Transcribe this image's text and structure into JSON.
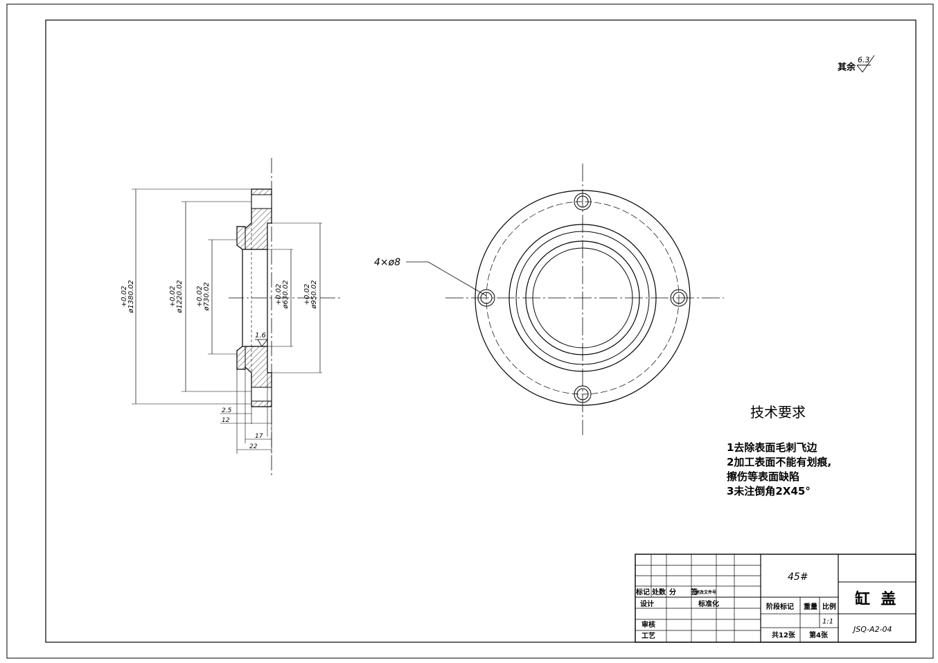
{
  "roughness": {
    "label": "其余",
    "value": "6.3"
  },
  "side_view": {
    "dims": {
      "d1380": {
        "tol": "+0.02",
        "val": "ø1380.02"
      },
      "d1220": {
        "tol": "+0.02",
        "val": "ø1220.02"
      },
      "d730": {
        "tol": "+0.02",
        "val": "ø730.02"
      },
      "d630": {
        "tol": "+0.02",
        "val": "ø630.02"
      },
      "d950": {
        "tol": "+0.02",
        "val": "ø950.02"
      }
    },
    "roughness_bore": "1.6",
    "axial": {
      "a25": "2.5",
      "a12": "12",
      "a17": "17",
      "a22": "22"
    }
  },
  "front_view": {
    "hole_callout": "4×ø8"
  },
  "tech_req": {
    "title": "技术要求",
    "line1": "1去除表面毛刺飞边",
    "line2": "2加工表面不能有划痕,",
    "line3": "擦伤等表面缺陷",
    "line4": "3未注倒角2X45°"
  },
  "title_block": {
    "material": "45#",
    "part_name": "缸  盖",
    "drawing_no": "JSQ-A2-04",
    "scale": "1:1",
    "sheet_total": "共12张",
    "sheet_no": "第4张",
    "labels": {
      "mark": "标记",
      "location": "处数",
      "zone": "分",
      "doc": "更改文件号",
      "sign": "签",
      "design": "设计",
      "standard": "标准化",
      "stage": "阶段标记",
      "weight": "重量",
      "ratio": "比例",
      "check": "审核",
      "process": "工艺"
    }
  }
}
